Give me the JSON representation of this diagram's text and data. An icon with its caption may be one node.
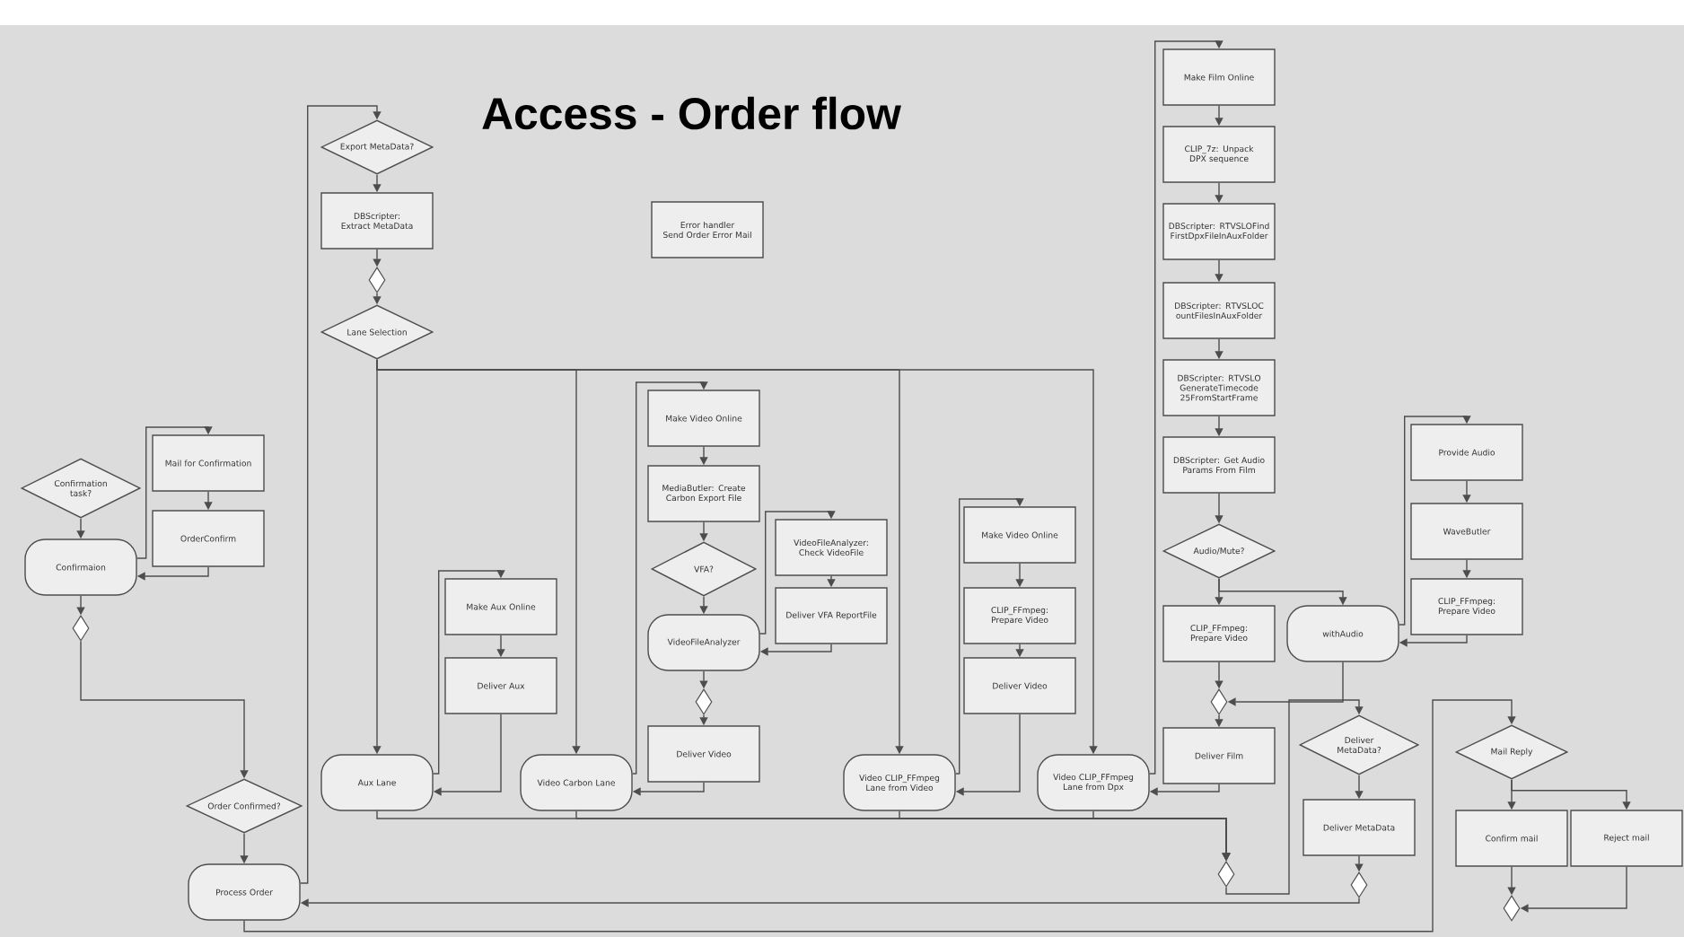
{
  "diagram": {
    "title": "Access - Order flow",
    "nodes": [
      {
        "text": [
          "Export MetaData?"
        ]
      },
      {
        "text": [
          "DBScripter: Extract MetaData"
        ]
      },
      {
        "text": [],
        "shape": "diamond"
      },
      {
        "text": [
          "Lane Selection"
        ]
      },
      {
        "text": [
          "Error handler",
          "Send Order Error Mail"
        ]
      },
      {
        "text": [
          "Make Film Online"
        ]
      },
      {
        "text": [
          "CLIP_7z: Unpack DPX sequence"
        ]
      },
      {
        "text": [
          "DBScripter: RTVSLOFindFirstDpxFileInAuxFolder"
        ]
      },
      {
        "text": [
          "DBScripter: RTVSLOCountFilesInAuxFolder"
        ]
      },
      {
        "text": [
          "DBScripter: RTVSLOGenerateTimecode25FromStartFrame"
        ]
      },
      {
        "text": [
          "DBScripter: Get Audio Params From Film"
        ]
      },
      {
        "text": [
          "Make Video Online"
        ]
      },
      {
        "text": [
          "MediaButler: Create Carbon Export File"
        ]
      },
      {
        "text": [
          "Provide Audio"
        ]
      },
      {
        "text": [
          "Mail for Confirmation"
        ]
      },
      {
        "text": [
          "Confirmation task?"
        ]
      },
      {
        "text": [
          "VideoFileAnalyzer: Check VideoFile"
        ]
      },
      {
        "text": [
          "OrderConfirm"
        ]
      },
      {
        "text": [
          "Make Video Online"
        ]
      },
      {
        "text": [
          "WaveButler"
        ]
      },
      {
        "text": [
          "Audio/Mute?"
        ]
      },
      {
        "text": [
          "Confirmaion"
        ]
      },
      {
        "text": [
          "VFA?"
        ]
      },
      {
        "text": [
          "Make Aux Online"
        ]
      },
      {
        "text": [
          "CLIP_FFmpeg: Prepare Video"
        ]
      },
      {
        "text": [
          "CLIP_FFmpeg: Prepare Video"
        ]
      },
      {
        "text": [
          "Deliver VFA ReportFile"
        ]
      },
      {
        "text": [
          "VideoFileAnalyzer"
        ]
      },
      {
        "text": [
          "CLIP_FFmpeg: Prepare Video"
        ]
      },
      {
        "text": [
          "withAudio"
        ]
      },
      {
        "text": [],
        "shape": "diamond"
      },
      {
        "text": [
          "Deliver Aux"
        ]
      },
      {
        "text": [
          "Deliver Video"
        ]
      },
      {
        "text": [],
        "shape": "diamond"
      },
      {
        "text": [],
        "shape": "diamond"
      },
      {
        "text": [
          "Deliver Video"
        ]
      },
      {
        "text": [
          "Deliver Film"
        ]
      },
      {
        "text": [
          "Deliver MetaData?"
        ]
      },
      {
        "text": [
          "Mail Reply"
        ]
      },
      {
        "text": [
          "Aux Lane"
        ]
      },
      {
        "text": [
          "Video Carbon Lane"
        ]
      },
      {
        "text": [
          "Video CLIP_FFmpeg Lane from Video"
        ]
      },
      {
        "text": [
          "Video CLIP_FFmpeg Lane from Dpx"
        ]
      },
      {
        "text": [
          "Order Confirmed?"
        ]
      },
      {
        "text": [
          "Deliver MetaData"
        ]
      },
      {
        "text": [
          "Confirm mail"
        ]
      },
      {
        "text": [
          "Reject mail"
        ]
      },
      {
        "text": [],
        "shape": "diamond"
      },
      {
        "text": [],
        "shape": "diamond"
      },
      {
        "text": [
          "Process Order"
        ]
      },
      {
        "text": [],
        "shape": "diamond"
      }
    ],
    "edges": [
      {
        "from": 0,
        "to": 1,
        "arrow": "to"
      },
      {
        "from": 1,
        "to": 2,
        "arrow": "to"
      },
      {
        "from": 2,
        "to": 3,
        "arrow": "to"
      },
      {
        "from": 3,
        "to": 39,
        "arrow": "to"
      },
      {
        "from": 3,
        "to": 40,
        "arrow": "to"
      },
      {
        "from": 3,
        "to": 41,
        "arrow": "to"
      },
      {
        "from": 3,
        "to": 42,
        "arrow": "to"
      },
      {
        "from": 39,
        "to": 23,
        "arrow": "to"
      },
      {
        "from": 23,
        "to": 31,
        "arrow": "to"
      },
      {
        "from": 31,
        "to": 39,
        "arrow": "to"
      },
      {
        "from": 40,
        "to": 11,
        "arrow": "to"
      },
      {
        "from": 11,
        "to": 12,
        "arrow": "to"
      },
      {
        "from": 12,
        "to": 22,
        "arrow": "to"
      },
      {
        "from": 22,
        "to": 27,
        "arrow": "to"
      },
      {
        "from": 27,
        "to": 16,
        "arrow": "to"
      },
      {
        "from": 16,
        "to": 26,
        "arrow": "to"
      },
      {
        "from": 26,
        "to": 27,
        "arrow": "to"
      },
      {
        "from": 27,
        "to": 33,
        "arrow": "to"
      },
      {
        "from": 33,
        "to": 35,
        "arrow": "to"
      },
      {
        "from": 35,
        "to": 40,
        "arrow": "to"
      },
      {
        "from": 41,
        "to": 18,
        "arrow": "to"
      },
      {
        "from": 18,
        "to": 25,
        "arrow": "to"
      },
      {
        "from": 25,
        "to": 32,
        "arrow": "to"
      },
      {
        "from": 32,
        "to": 41,
        "arrow": "to"
      },
      {
        "from": 42,
        "to": 5,
        "arrow": "to"
      },
      {
        "from": 5,
        "to": 6,
        "arrow": "to"
      },
      {
        "from": 6,
        "to": 7,
        "arrow": "to"
      },
      {
        "from": 7,
        "to": 8,
        "arrow": "to"
      },
      {
        "from": 8,
        "to": 9,
        "arrow": "to"
      },
      {
        "from": 9,
        "to": 10,
        "arrow": "to"
      },
      {
        "from": 10,
        "to": 20,
        "arrow": "to"
      },
      {
        "from": 20,
        "to": 28,
        "arrow": "to"
      },
      {
        "from": 20,
        "to": 29,
        "arrow": "to"
      },
      {
        "from": 29,
        "to": 13,
        "arrow": "to"
      },
      {
        "from": 13,
        "to": 19,
        "arrow": "to"
      },
      {
        "from": 19,
        "to": 24,
        "arrow": "to"
      },
      {
        "from": 24,
        "to": 29,
        "arrow": "to"
      },
      {
        "from": 28,
        "to": 34,
        "arrow": "to"
      },
      {
        "from": 29,
        "to": 34,
        "arrow": "to"
      },
      {
        "from": 34,
        "to": 36,
        "arrow": "to"
      },
      {
        "from": 36,
        "to": 42,
        "arrow": "to"
      },
      {
        "from": 39,
        "to": 47,
        "arrow": "to"
      },
      {
        "from": 40,
        "to": 47,
        "arrow": "to"
      },
      {
        "from": 41,
        "to": 47,
        "arrow": "to"
      },
      {
        "from": 42,
        "to": 47,
        "arrow": "to"
      },
      {
        "from": 47,
        "to": 37,
        "arrow": "to"
      },
      {
        "from": 37,
        "to": 44,
        "arrow": "to"
      },
      {
        "from": 44,
        "to": 48,
        "arrow": "to"
      },
      {
        "from": 48,
        "to": 49,
        "arrow": "to"
      },
      {
        "from": 49,
        "to": 38,
        "arrow": "to"
      },
      {
        "from": 49,
        "to": 0,
        "arrow": "to"
      },
      {
        "from": 38,
        "to": 45,
        "arrow": "to"
      },
      {
        "from": 38,
        "to": 46,
        "arrow": "to"
      },
      {
        "from": 45,
        "to": 50,
        "arrow": "to"
      },
      {
        "from": 46,
        "to": 50,
        "arrow": "to"
      },
      {
        "from": 15,
        "to": 21,
        "arrow": "to"
      },
      {
        "from": 21,
        "to": 14,
        "arrow": "to"
      },
      {
        "from": 14,
        "to": 17,
        "arrow": "to"
      },
      {
        "from": 17,
        "to": 21,
        "arrow": "to"
      },
      {
        "from": 21,
        "to": 30,
        "arrow": "to"
      },
      {
        "from": 30,
        "to": 43,
        "arrow": "to"
      },
      {
        "from": 43,
        "to": 49,
        "arrow": "to"
      }
    ]
  }
}
